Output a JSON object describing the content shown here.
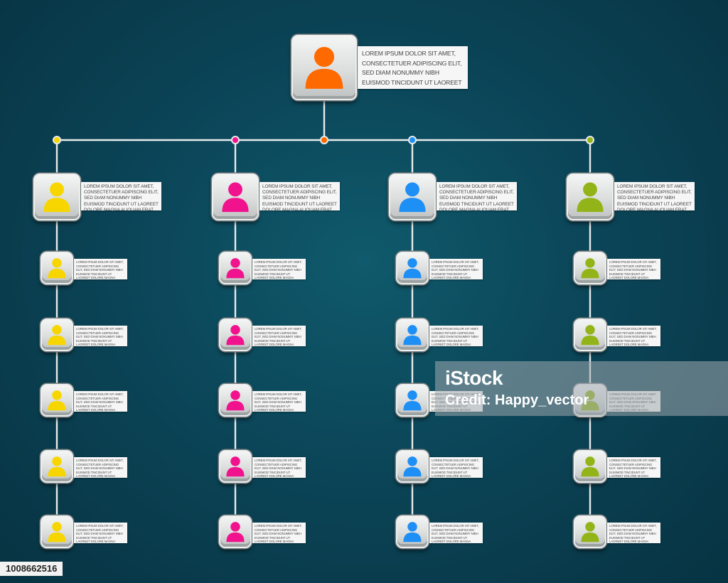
{
  "description_text": "LOREM IPSUM DOLOR SIT AMET, CONSECTETUER ADIPISCING ELIT, SED DIAM NONUMMY NIBH EUISMOD TINCIDUNT UT LAOREET DOLORE MAGNA ALIQUAM ERAT VOLUTPAT. UT WISI ENIM AD",
  "colors": {
    "root": "#ff6a00",
    "branches": [
      "#f7d600",
      "#f0138d",
      "#1d8ff5",
      "#93b418"
    ],
    "line": "#e8ecec"
  },
  "icons": {
    "person": "person-icon"
  },
  "root": {
    "color_key": "root"
  },
  "branches": [
    {
      "color_key": "yellow",
      "children_count": 5
    },
    {
      "color_key": "magenta",
      "children_count": 5
    },
    {
      "color_key": "blue",
      "children_count": 5
    },
    {
      "color_key": "green",
      "children_count": 5
    }
  ],
  "watermark": {
    "logo": "iStock",
    "credit": "Credit: Happy_vector"
  },
  "image_id": "1008662516"
}
